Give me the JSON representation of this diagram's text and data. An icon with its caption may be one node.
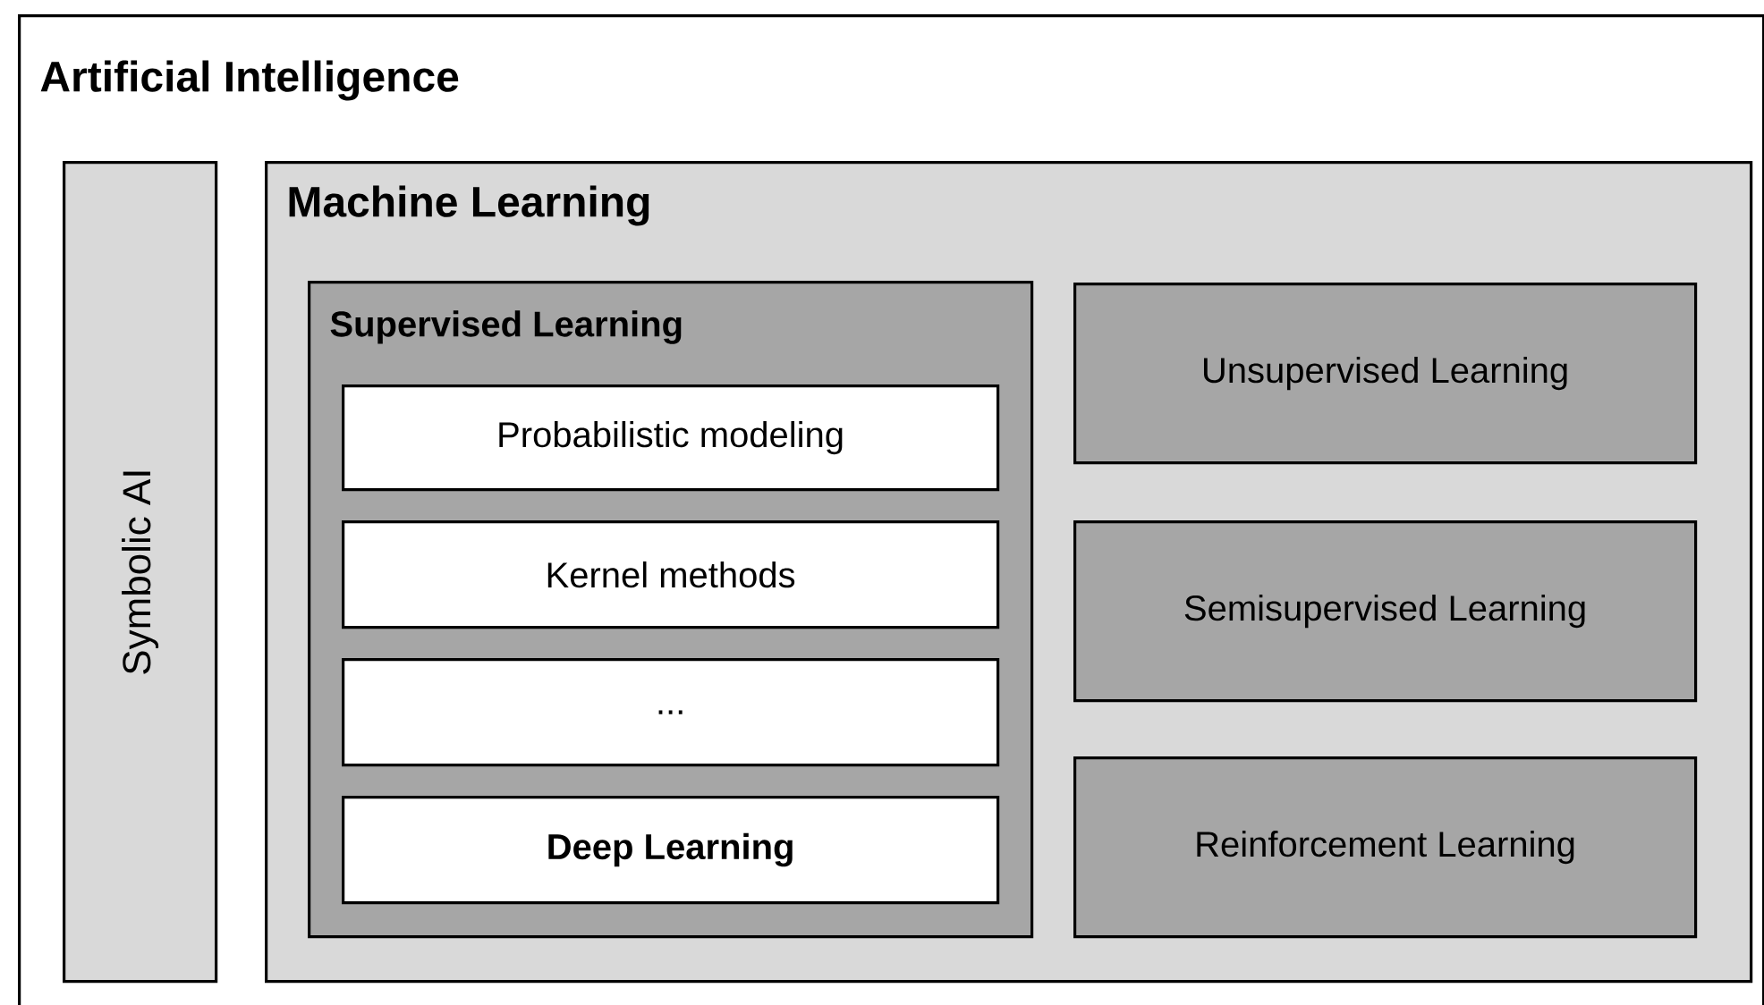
{
  "diagram": {
    "nodes": [
      {
        "text": [
          "Artificial Intelligence"
        ]
      },
      {
        "text": [
          "Symbolic AI"
        ],
        "in": 0
      },
      {
        "text": [
          "Machine Learning"
        ],
        "in": 0
      },
      {
        "text": [
          "Supervised Learning"
        ],
        "in": 2
      },
      {
        "text": [
          "Probabilistic modeling"
        ],
        "in": 3
      },
      {
        "text": [
          "Kernel methods"
        ],
        "in": 3
      },
      {
        "text": [
          "..."
        ],
        "in": 3
      },
      {
        "text": [
          "Deep Learning"
        ],
        "in": 3
      },
      {
        "text": [
          "Unsupervised Learning"
        ],
        "in": 2
      },
      {
        "text": [
          "Semisupervised Learning"
        ],
        "in": 2
      },
      {
        "text": [
          "Reinforcement Learning"
        ],
        "in": 2
      }
    ]
  }
}
